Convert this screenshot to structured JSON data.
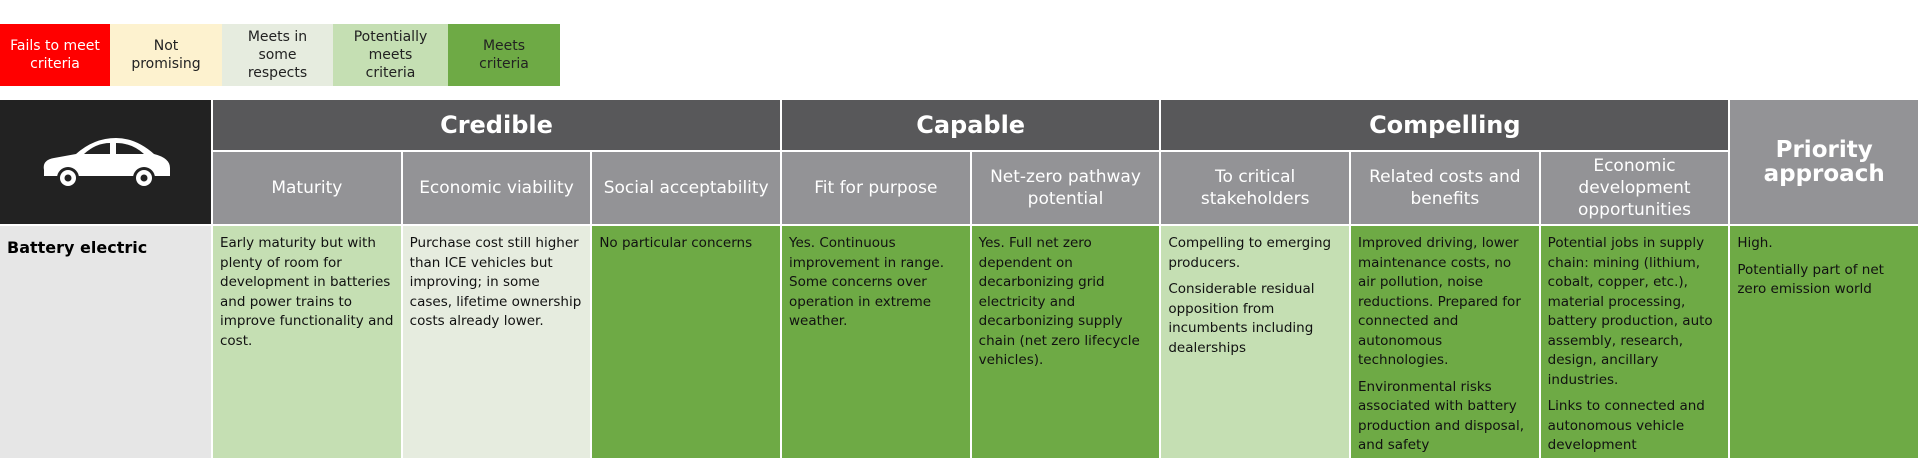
{
  "legend": [
    {
      "label": "Fails to meet criteria",
      "color": "#ff0000",
      "text_color": "#ffffff"
    },
    {
      "label": "Not promising",
      "color": "#fdf2cf",
      "text_color": "#222222"
    },
    {
      "label": "Meets in some respects",
      "color": "#e6ecdf",
      "text_color": "#222222"
    },
    {
      "label": "Potentially meets criteria",
      "color": "#c5dfb3",
      "text_color": "#222222"
    },
    {
      "label": "Meets criteria",
      "color": "#6eaa45",
      "text_color": "#222222"
    }
  ],
  "header": {
    "icon": "car-icon",
    "groups": [
      "Credible",
      "Capable",
      "Compelling"
    ],
    "priority": "Priority approach",
    "columns": [
      "Maturity",
      "Economic viability",
      "Social acceptability",
      "Fit for purpose",
      "Net-zero pathway potential",
      "To critical stakeholders",
      "Related costs and benefits",
      "Economic development opportunities"
    ]
  },
  "row": {
    "label": "Battery electric",
    "cells": [
      {
        "color": "#c5dfb3",
        "paras": [
          "Early maturity but with plenty of room for development in batteries and power trains to improve functionality and cost."
        ]
      },
      {
        "color": "#e6ecdf",
        "paras": [
          "Purchase cost still higher than ICE vehicles but improving; in some cases, lifetime ownership costs already lower."
        ]
      },
      {
        "color": "#6eaa45",
        "paras": [
          "No particular concerns"
        ]
      },
      {
        "color": "#6eaa45",
        "paras": [
          "Yes. Continuous improvement in range. Some concerns over operation in extreme weather."
        ]
      },
      {
        "color": "#6eaa45",
        "paras": [
          "Yes. Full net zero dependent on decarbonizing grid electricity and decarbonizing supply chain (net zero lifecycle vehicles)."
        ]
      },
      {
        "color": "#c5dfb3",
        "paras": [
          "Compelling to emerging producers.",
          "Considerable residual opposition from incumbents including dealerships"
        ]
      },
      {
        "color": "#6eaa45",
        "paras": [
          "Improved driving, lower maintenance costs, no air pollution, noise reductions. Prepared for connected and autonomous technologies.",
          "Environmental risks associated with battery production and disposal, and safety"
        ]
      },
      {
        "color": "#6eaa45",
        "paras": [
          "Potential jobs in supply chain: mining (lithium, cobalt, copper, etc.), material processing, battery production, auto assembly, research, design, ancillary industries.",
          "Links to connected and autonomous vehicle development"
        ]
      },
      {
        "color": "#6eaa45",
        "paras": [
          "High.",
          "Potentially part of net zero emission world"
        ]
      }
    ]
  }
}
